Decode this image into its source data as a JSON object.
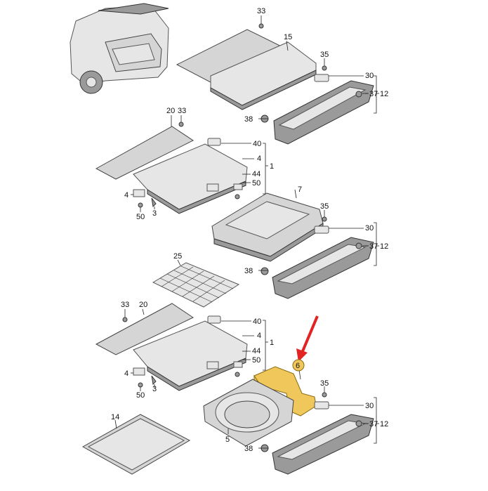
{
  "labels": {
    "l33a": "33",
    "l15": "15",
    "l35a": "35",
    "l30a": "30",
    "l37a": "37",
    "l12a": "12",
    "l38a": "38",
    "l20a": "20",
    "l33b": "33",
    "l40a": "40",
    "l4a": "4",
    "l1a": "1",
    "l44a": "44",
    "l50a": "50",
    "l4b": "4",
    "l3a": "3",
    "l50b": "50",
    "l7": "7",
    "l35b": "35",
    "l30b": "30",
    "l37b": "37",
    "l12b": "12",
    "l38b": "38",
    "l25": "25",
    "l33c": "33",
    "l20b": "20",
    "l40b": "40",
    "l4c": "4",
    "l1b": "1",
    "l44b": "44",
    "l50c": "50",
    "l4d": "4",
    "l3b": "3",
    "l50d": "50",
    "l6": "6",
    "l35c": "35",
    "l30c": "30",
    "l37c": "37",
    "l12c": "12",
    "l5": "5",
    "l14": "14",
    "l38c": "38"
  },
  "colors": {
    "highlight": "#f0c75a",
    "arrow": "#e32222",
    "part": "#d5d5d5"
  },
  "icons": {
    "pointer": "red-arrow-icon"
  }
}
